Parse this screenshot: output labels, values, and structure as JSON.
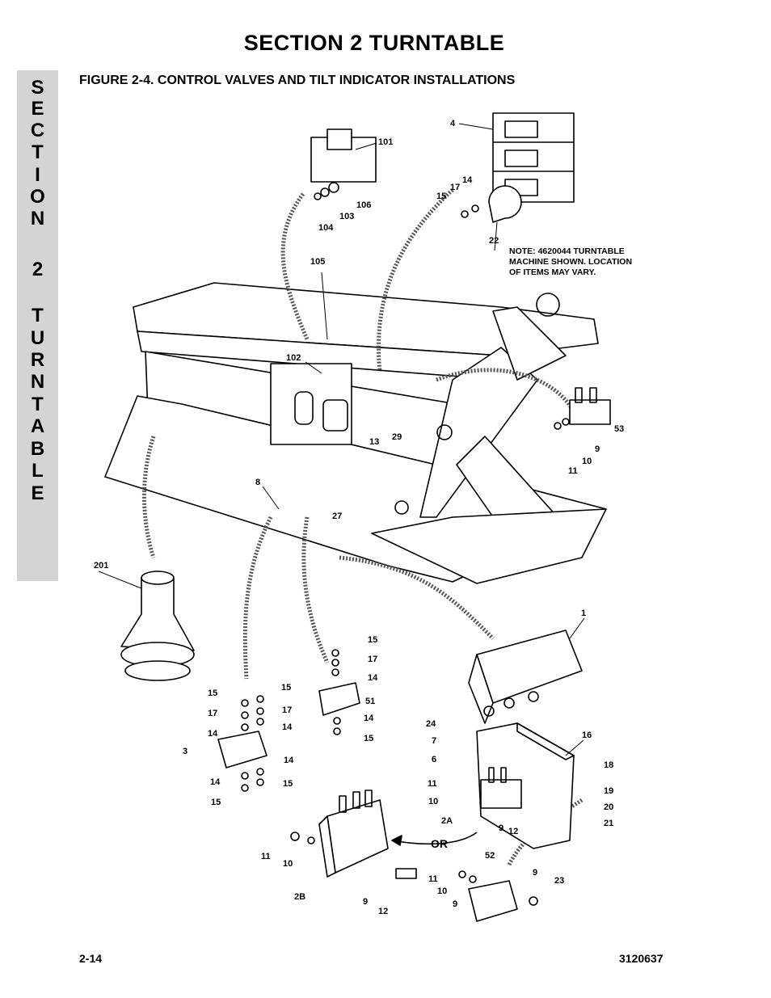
{
  "header": {
    "section_title": "SECTION 2  TURNTABLE"
  },
  "side_tab": {
    "letters": [
      "S",
      "E",
      "C",
      "T",
      "I",
      "O",
      "N",
      "2",
      "T",
      "U",
      "R",
      "N",
      "T",
      "A",
      "B",
      "L",
      "E"
    ]
  },
  "figure": {
    "title": "FIGURE 2-4.    CONTROL VALVES AND TILT INDICATOR INSTALLATIONS",
    "note_lines": [
      "NOTE: 4620044 TURNTABLE",
      "MACHINE SHOWN. LOCATION",
      "OF ITEMS MAY VARY."
    ],
    "or_label": "OR",
    "callouts": [
      "4",
      "101",
      "14",
      "17",
      "15",
      "106",
      "103",
      "104",
      "22",
      "105",
      "102",
      "13",
      "29",
      "53",
      "9",
      "10",
      "11",
      "8",
      "27",
      "201",
      "1",
      "15",
      "17",
      "14",
      "51",
      "14",
      "15",
      "15",
      "15",
      "17",
      "17",
      "14",
      "14",
      "3",
      "14",
      "14",
      "15",
      "15",
      "24",
      "7",
      "6",
      "11",
      "10",
      "16",
      "18",
      "19",
      "20",
      "21",
      "2A",
      "9",
      "12",
      "11",
      "10",
      "2B",
      "9",
      "12",
      "52",
      "11",
      "10",
      "9",
      "9",
      "23"
    ]
  },
  "footer": {
    "page_number": "2-14",
    "manual_number": "3120637"
  }
}
